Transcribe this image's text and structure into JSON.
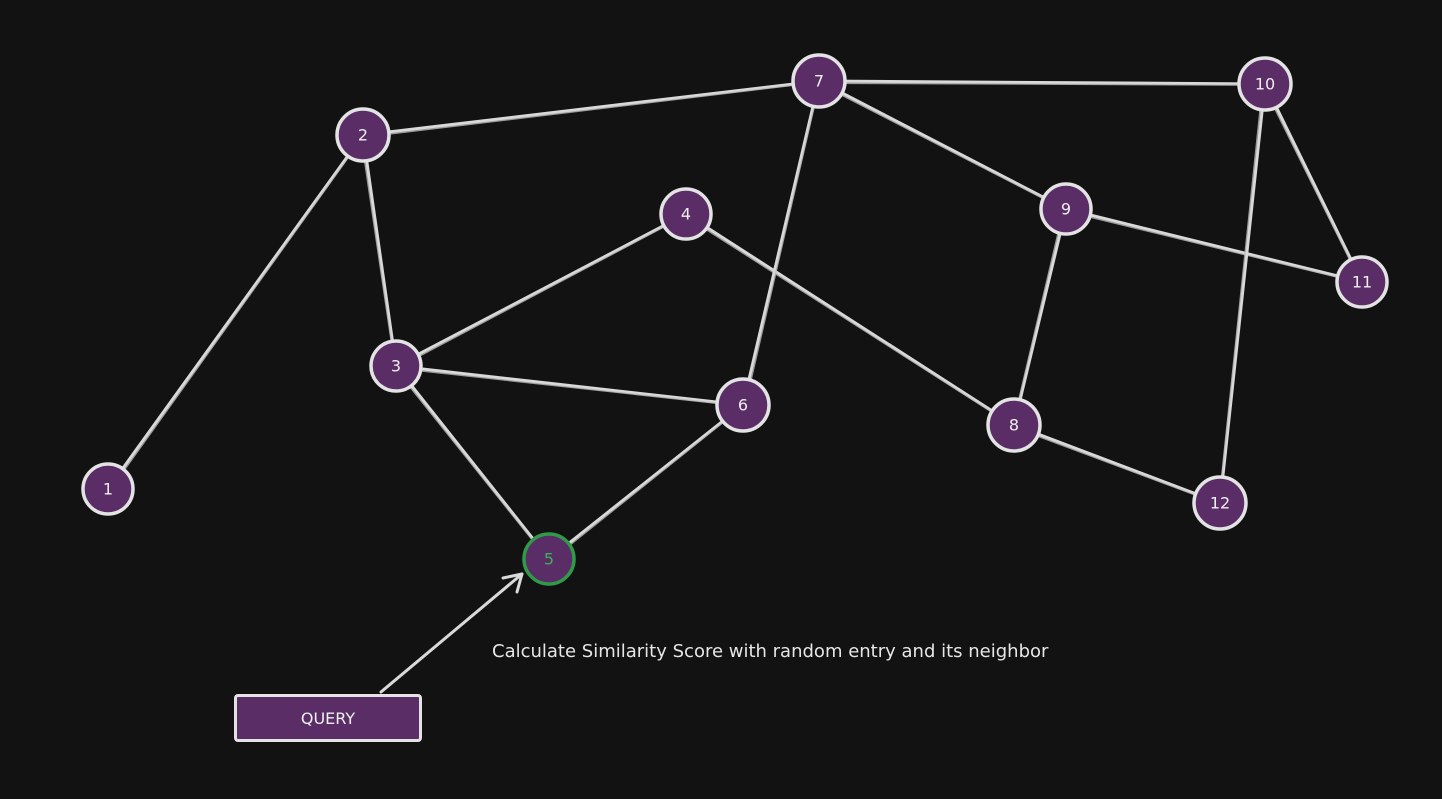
{
  "graph": {
    "nodes": [
      {
        "id": "1",
        "label": "1"
      },
      {
        "id": "2",
        "label": "2"
      },
      {
        "id": "3",
        "label": "3"
      },
      {
        "id": "4",
        "label": "4"
      },
      {
        "id": "5",
        "label": "5",
        "highlight": true
      },
      {
        "id": "6",
        "label": "6"
      },
      {
        "id": "7",
        "label": "7"
      },
      {
        "id": "8",
        "label": "8"
      },
      {
        "id": "9",
        "label": "9"
      },
      {
        "id": "10",
        "label": "10"
      },
      {
        "id": "11",
        "label": "11"
      },
      {
        "id": "12",
        "label": "12"
      }
    ],
    "edges": [
      [
        "1",
        "2"
      ],
      [
        "2",
        "3"
      ],
      [
        "2",
        "7"
      ],
      [
        "3",
        "4"
      ],
      [
        "3",
        "6"
      ],
      [
        "3",
        "5"
      ],
      [
        "4",
        "8"
      ],
      [
        "5",
        "6"
      ],
      [
        "6",
        "7"
      ],
      [
        "7",
        "10"
      ],
      [
        "7",
        "9"
      ],
      [
        "9",
        "11"
      ],
      [
        "9",
        "8"
      ],
      [
        "8",
        "12"
      ],
      [
        "10",
        "11"
      ],
      [
        "10",
        "12"
      ]
    ]
  },
  "query_button": {
    "label": "QUERY"
  },
  "caption": "Calculate Similarity Score with random entry and its neighbor",
  "colors": {
    "background": "#121212",
    "node_fill": "#5a2d66",
    "node_stroke": "#e3e3e3",
    "edge": "#d9d9d9",
    "highlight": "#2f9a47"
  }
}
